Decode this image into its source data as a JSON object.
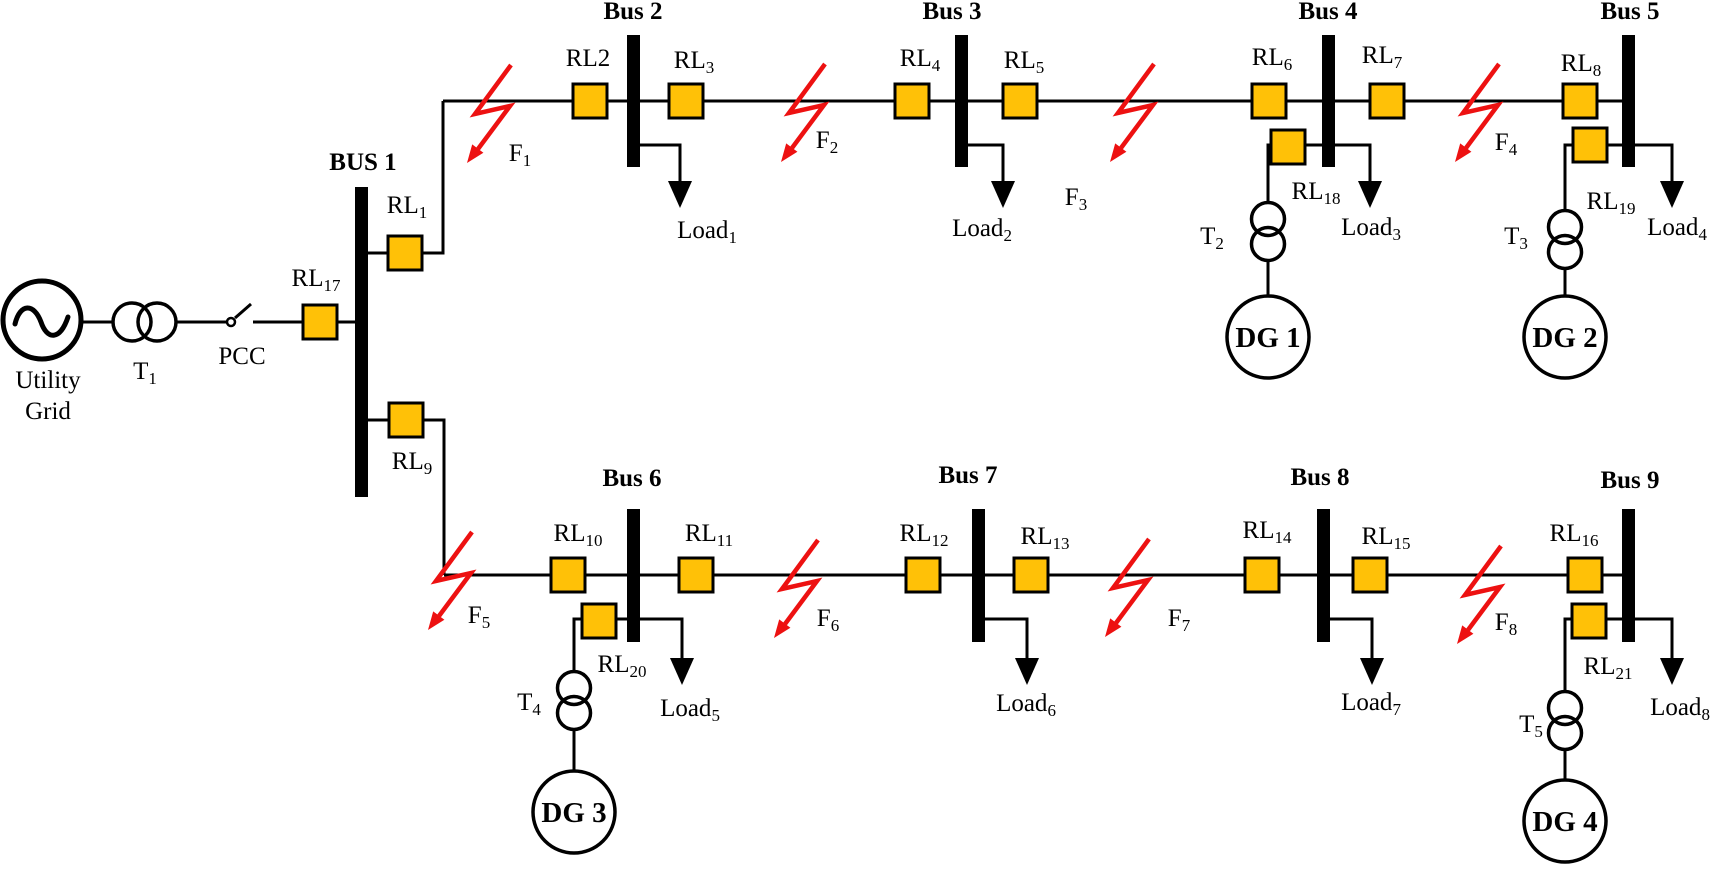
{
  "colors": {
    "relay-fill": "#FFC107",
    "fault-red": "#ED1111",
    "line-black": "#000000"
  },
  "source": {
    "utility_line1": "Utility",
    "utility_line2": "Grid",
    "pcc_label": "PCC"
  },
  "buses": {
    "b1": "BUS 1",
    "b2": "Bus 2",
    "b3": "Bus 3",
    "b4": "Bus 4",
    "b5": "Bus 5",
    "b6": "Bus 6",
    "b7": "Bus 7",
    "b8": "Bus 8",
    "b9": "Bus 9"
  },
  "relays": {
    "r1": {
      "p": "RL",
      "s": "1"
    },
    "r2": {
      "p": "RL",
      "s": "2"
    },
    "r3": {
      "p": "RL",
      "s": "3"
    },
    "r4": {
      "p": "RL",
      "s": "4"
    },
    "r5": {
      "p": "RL",
      "s": "5"
    },
    "r6": {
      "p": "RL",
      "s": "6"
    },
    "r7": {
      "p": "RL",
      "s": "7"
    },
    "r8": {
      "p": "RL",
      "s": "8"
    },
    "r9": {
      "p": "RL",
      "s": "9"
    },
    "r10": {
      "p": "RL",
      "s": "10"
    },
    "r11": {
      "p": "RL",
      "s": "11"
    },
    "r12": {
      "p": "RL",
      "s": "12"
    },
    "r13": {
      "p": "RL",
      "s": "13"
    },
    "r14": {
      "p": "RL",
      "s": "14"
    },
    "r15": {
      "p": "RL",
      "s": "15"
    },
    "r16": {
      "p": "RL",
      "s": "16"
    },
    "r17": {
      "p": "RL",
      "s": "17"
    },
    "r18": {
      "p": "RL",
      "s": "18"
    },
    "r19": {
      "p": "RL",
      "s": "19"
    },
    "r20": {
      "p": "RL",
      "s": "20"
    },
    "r21": {
      "p": "RL",
      "s": "21"
    }
  },
  "faults": {
    "f1": {
      "p": "F",
      "s": "1"
    },
    "f2": {
      "p": "F",
      "s": "2"
    },
    "f3": {
      "p": "F",
      "s": "3"
    },
    "f4": {
      "p": "F",
      "s": "4"
    },
    "f5": {
      "p": "F",
      "s": "5"
    },
    "f6": {
      "p": "F",
      "s": "6"
    },
    "f7": {
      "p": "F",
      "s": "7"
    },
    "f8": {
      "p": "F",
      "s": "8"
    }
  },
  "transformers": {
    "t1": {
      "p": "T",
      "s": "1"
    },
    "t2": {
      "p": "T",
      "s": "2"
    },
    "t3": {
      "p": "T",
      "s": "3"
    },
    "t4": {
      "p": "T",
      "s": "4"
    },
    "t5": {
      "p": "T",
      "s": "5"
    }
  },
  "loads": {
    "l1": {
      "p": "Load",
      "s": "1"
    },
    "l2": {
      "p": "Load",
      "s": "2"
    },
    "l3": {
      "p": "Load",
      "s": "3"
    },
    "l4": {
      "p": "Load",
      "s": "4"
    },
    "l5": {
      "p": "Load",
      "s": "5"
    },
    "l6": {
      "p": "Load",
      "s": "6"
    },
    "l7": {
      "p": "Load",
      "s": "7"
    },
    "l8": {
      "p": "Load",
      "s": "8"
    }
  },
  "generators": {
    "dg1": "DG 1",
    "dg2": "DG 2",
    "dg3": "DG 3",
    "dg4": "DG 4"
  }
}
